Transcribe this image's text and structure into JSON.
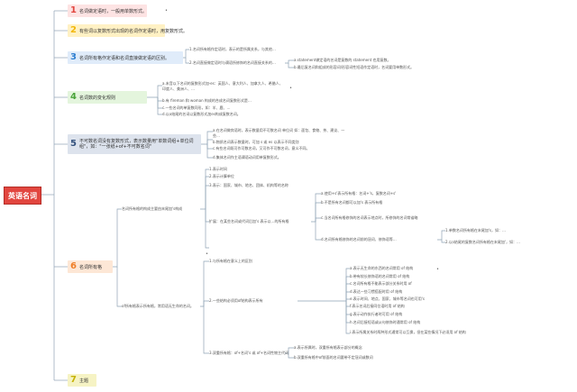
{
  "root": {
    "label": "英语名词"
  },
  "topics": [
    {
      "num": "1",
      "label": "名词做定语时，一般用单数形式。"
    },
    {
      "num": "2",
      "label": "有些词以复数形式出现的名词作定语时，用复数形式。"
    },
    {
      "num": "3",
      "label": "名词所有格作定语和名词直接做定语的区别。"
    },
    {
      "num": "4",
      "label": "名词数的变化规则"
    },
    {
      "num": "5",
      "label": "不可数名词没有复数形式，表示数量用\"单数词组+单位词组\"，如：\"一张纸+of+不可数名词\""
    },
    {
      "num": "6",
      "label": "名词所有格"
    },
    {
      "num": "7",
      "label": "主题"
    }
  ],
  "t3_notes": [
    "1.名词所有格作定语时，表示的是所属关系，与其他…",
    "2.名词直接做定语时与谓语所修饰的名词直接关系的…"
  ],
  "t3_subnotes": [
    "a.statement做定语的名词是复数的 statement 也用复数。",
    "b.最后复名词和组成的形容词/形容词性短语作定语时，名词要用单数形式。"
  ],
  "t4_notes": [
    "a.末音以下名词的复数形式加-es：英国人、意大利人、加拿大人、希腊人、印度人、美洲人、…",
    "b.有 fireman 和 woman 构成的合成名词复数形式是…",
    "c.一些名词的单复数同形，如：羊、鹿、…",
    "d.以o结尾的名词以复数形式加es构成复数名词。"
  ],
  "t5_notes": [
    "a.在名词做宾语时，表示数量用不可数名词 单位词 如：面包、食物、茶、建议、一些…",
    "b.物质名词表示数量时，可加 s 或 es 以表示不同类别",
    "c.有些名词既可作可数名词，又可作不可数名词，意义不同。",
    "d.集体名词作主语谓语动词用单复数形式。"
  ],
  "t6_branch_a": {
    "label": "名词所有格的构成主要由末尾加's构成",
    "notes": [
      "1.表示时间",
      "2.表示计算单位",
      "3.表示：国家、城市、地名、团体、机构等的名称",
      "扩展：在某些名词或代词后加's 表示以…的所有格"
    ]
  },
  "t6_branch_a_sub": [
    "a.使用+s'表示所有格：名词+'s，复数名词+s'",
    "b.不是所有名词都可以加's 表示所有格",
    "c.当名词所有格修饰的名词表示地点时，所修饰的名词常省略",
    "d.名词所有格修饰的名词前的冠词、修饰语等…"
  ],
  "t6_branch_a_sub2": [
    "1.单数名词所有格在末尾加's，如：…",
    "2.以s结尾的复数名词所有格在末尾加'，如：…"
  ],
  "t6_branch_b": {
    "label": "of所有格表示所有格，常用语无生命的名词。",
    "notes": [
      "1.与所有格在意义上的区别",
      "2.一些结构必须用of结构表示所有",
      "3.双重所有格：of+名词's 或 of+名词性物主代词"
    ]
  },
  "t6_branch_b_sub": [
    "a.表示无生命的东西的名词常用 of 结构",
    "b.带有较长修饰语的名词常用 of 结构",
    "c.名词所有格不能表示部分关系时用 of",
    "d.表达一些习惯搭配时用 of 结构",
    "e.表示时间、地点、国家、城市等名词也可用's",
    "f.表示名词后接同位语时用 of 结构",
    "g.表示动作执行者时可用 of 结构",
    "h.名词后接短语或从句修饰时通常用 of 结构",
    "i.表示所属关系时两种形式通常可以互换，但在某些情况下必须用 of 结构"
  ],
  "t6_branch_c_notes": [
    "a.表示所属时，双重所有格表示部分的概念",
    "b.双重所有格中of前面的名词要带不定冠词或数词"
  ]
}
